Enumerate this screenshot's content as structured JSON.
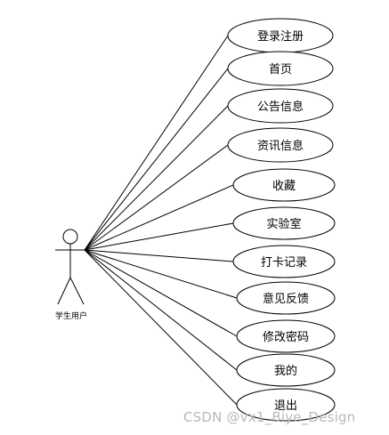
{
  "actor": {
    "label": "学生用户"
  },
  "use_cases": [
    {
      "label": "登录注册"
    },
    {
      "label": "首页"
    },
    {
      "label": "公告信息"
    },
    {
      "label": "资讯信息"
    },
    {
      "label": "收藏"
    },
    {
      "label": "实验室"
    },
    {
      "label": "打卡记录"
    },
    {
      "label": "意见反馈"
    },
    {
      "label": "修改密码"
    },
    {
      "label": "我的"
    },
    {
      "label": "退出"
    }
  ],
  "watermark": "CSDN @vx1_Biye_Design",
  "colors": {
    "stroke": "#000000",
    "background": "#ffffff",
    "watermark": "#b8b8b8"
  }
}
